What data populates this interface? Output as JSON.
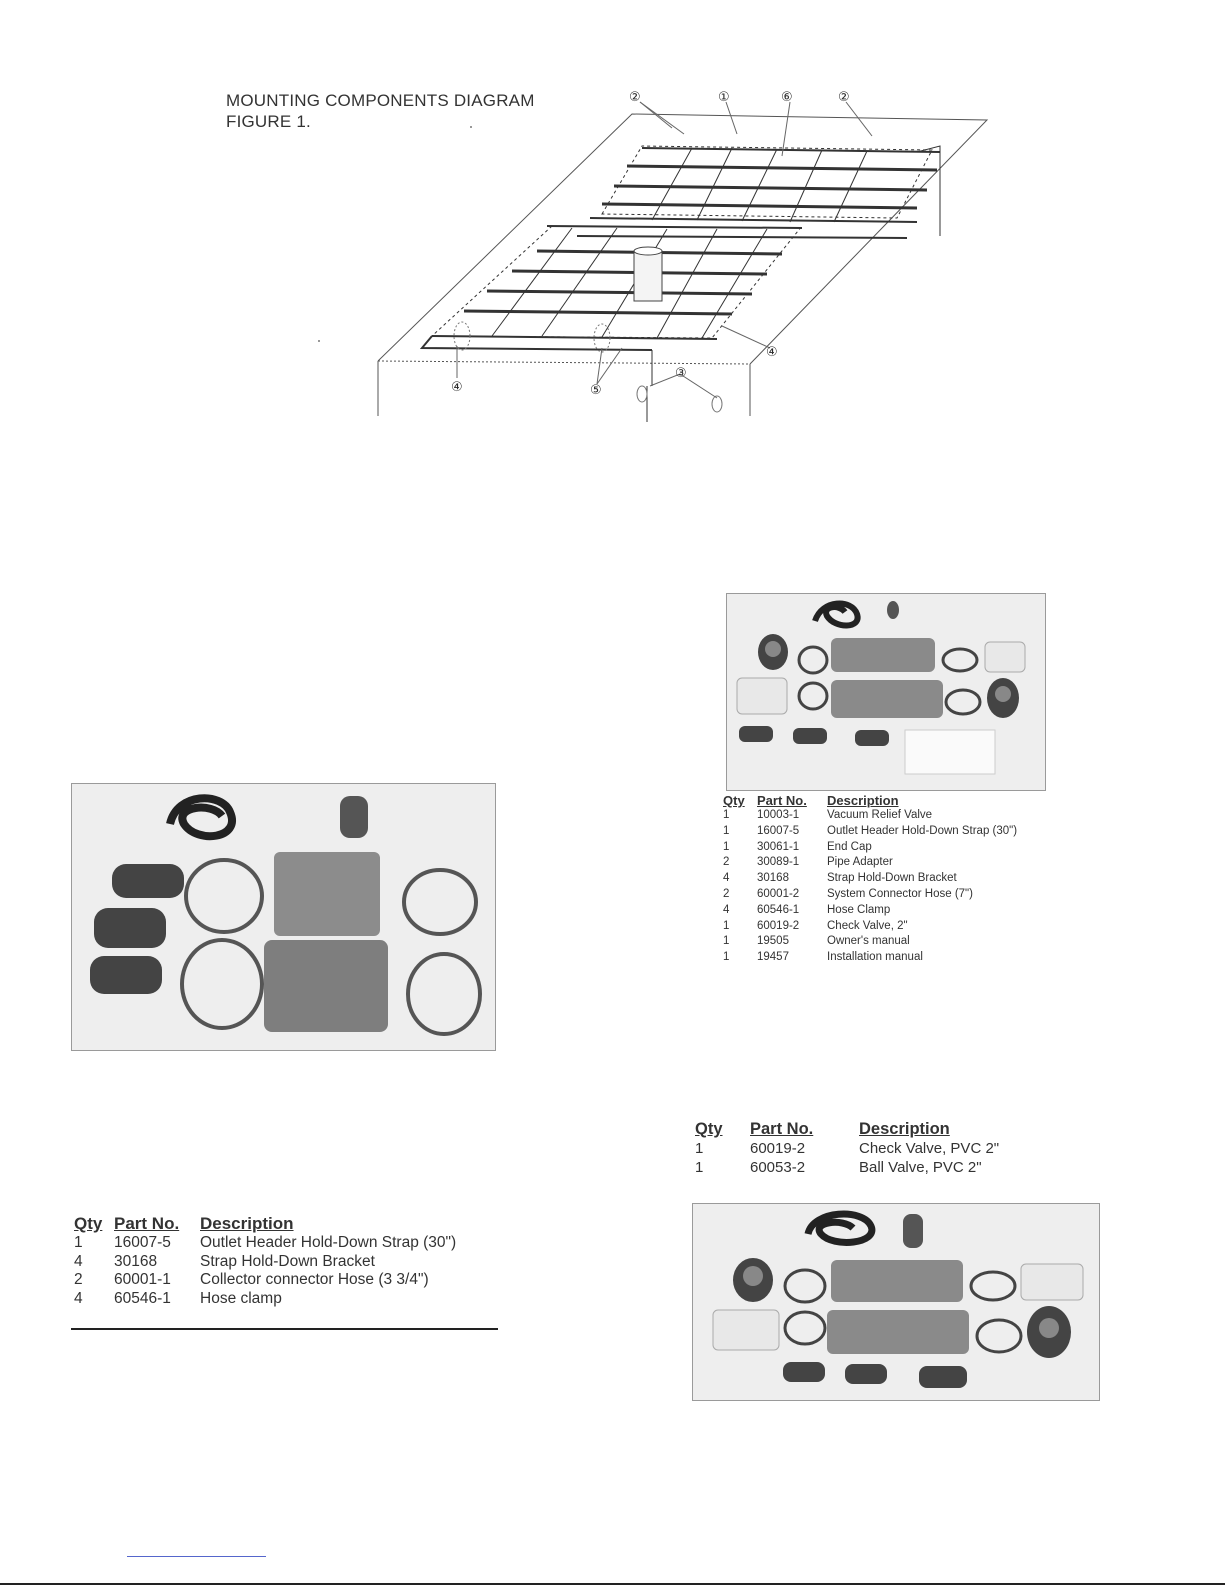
{
  "figure": {
    "title_line1": "MOUNTING COMPONENTS DIAGRAM",
    "title_line2": "FIGURE 1.",
    "callouts": [
      "②",
      "①",
      "⑥",
      "②",
      "④",
      "④",
      "⑤",
      "③"
    ]
  },
  "kit_left": {
    "headers": {
      "qty": "Qty",
      "part": "Part No.",
      "desc": "Description"
    },
    "rows": [
      {
        "qty": "1",
        "part": "16007-5",
        "desc": "Outlet Header Hold-Down Strap (30\")"
      },
      {
        "qty": "4",
        "part": "30168",
        "desc": "Strap Hold-Down Bracket"
      },
      {
        "qty": "2",
        "part": "60001-1",
        "desc": "Collector connector Hose (3 3/4\")"
      },
      {
        "qty": "4",
        "part": "60546-1",
        "desc": "Hose clamp"
      }
    ]
  },
  "kit_mid": {
    "headers": {
      "qty": "Qty",
      "part": "Part No.",
      "desc": "Description"
    },
    "rows": [
      {
        "qty": "1",
        "part": "10003-1",
        "desc": "Vacuum Relief Valve"
      },
      {
        "qty": "1",
        "part": "16007-5",
        "desc": "Outlet Header Hold-Down Strap (30\")"
      },
      {
        "qty": "1",
        "part": "30061-1",
        "desc": "End Cap"
      },
      {
        "qty": "2",
        "part": "30089-1",
        "desc": "Pipe Adapter"
      },
      {
        "qty": "4",
        "part": "30168",
        "desc": "Strap Hold-Down Bracket"
      },
      {
        "qty": "2",
        "part": "60001-2",
        "desc": "System Connector Hose (7\")"
      },
      {
        "qty": "4",
        "part": "60546-1",
        "desc": "Hose Clamp"
      },
      {
        "qty": "1",
        "part": "60019-2",
        "desc": "Check Valve, 2\""
      },
      {
        "qty": "1",
        "part": "19505",
        "desc": "Owner's manual"
      },
      {
        "qty": "1",
        "part": "19457",
        "desc": "Installation manual"
      }
    ]
  },
  "kit_right": {
    "headers": {
      "qty": "Qty",
      "part": "Part No.",
      "desc": "Description"
    },
    "rows": [
      {
        "qty": "1",
        "part": "60019-2",
        "desc": "Check Valve, PVC 2\""
      },
      {
        "qty": "1",
        "part": "60053-2",
        "desc": "Ball Valve, PVC 2\""
      }
    ]
  },
  "colors": {
    "ink": "#2a2a2a",
    "photo_bg": "#eeeeee",
    "rule": "#222222",
    "link": "#5566cc"
  }
}
